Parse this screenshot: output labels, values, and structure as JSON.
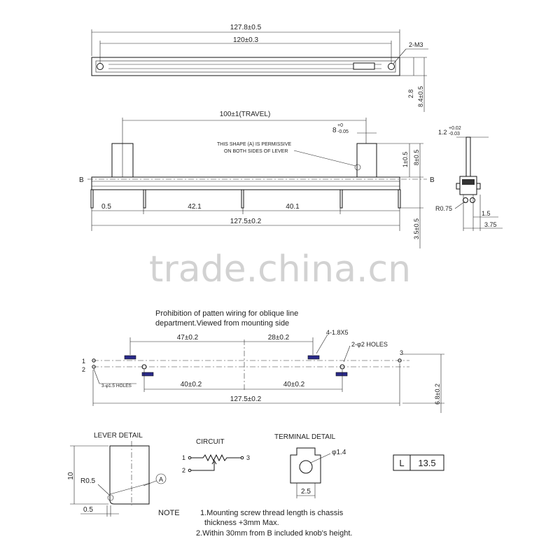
{
  "top_view": {
    "dim_overall": "127.8±0.5",
    "dim_holes": "120±0.3",
    "dim_screw": "2-M3",
    "dim_height_small": "2.8",
    "dim_height_total": "8.4±0.5"
  },
  "side_view": {
    "dim_travel": "100±1(TRAVEL)",
    "dim_lever_width": "8",
    "dim_lever_width_tol_upper": "+0",
    "dim_lever_width_tol_lower": "-0.05",
    "note_shape_line1": "THIS SHAPE (A) IS PERMISSIVE",
    "note_shape_line2": "ON BOTH SIDES OF LEVER",
    "dim_one": "1±0.5",
    "dim_eight": "8±0.5",
    "label_b_left": "B",
    "label_b_right": "B",
    "dim_left_offset": "0.5",
    "dim_left_span": "42.1",
    "dim_right_span": "40.1",
    "dim_bottom_overall": "127.5±0.2",
    "dim_pin_height": "3.5±0.5"
  },
  "end_view": {
    "dim_lever_thickness": "1.2",
    "dim_lever_thickness_tol_upper": "+0.02",
    "dim_lever_thickness_tol_lower": "-0.03",
    "dim_radius": "R0.75",
    "dim_pitch": "1.5",
    "dim_width": "3.75"
  },
  "watermark": "trade.china.cn",
  "pcb": {
    "note_line1": "Prohibition of patten wiring for oblique line",
    "note_line2": "department.Viewed from mounting side",
    "dim_left": "47±0.2",
    "dim_right": "28±0.2",
    "dim_slots": "4-1.8X5",
    "dim_holes2": "2-φ2 HOLES",
    "dim_holes3": "3-φ1.5 HOLES",
    "dim_lower_left": "40±0.2",
    "dim_lower_right": "40±0.2",
    "dim_overall": "127.5±0.2",
    "dim_height": "6.8±0.2",
    "pin_1": "1",
    "pin_2": "2",
    "pin_3": "3"
  },
  "lever_detail": {
    "title": "LEVER DETAIL",
    "dim_height": "10",
    "dim_radius": "R0.5",
    "dim_offset": "0.5",
    "marker": "A"
  },
  "circuit": {
    "title": "CIRCUIT",
    "pin_1": "1",
    "pin_2": "2",
    "pin_3": "3"
  },
  "terminal_detail": {
    "title": "TERMINAL DETAIL",
    "dim_hole": "φ1.4",
    "dim_width": "2.5"
  },
  "length_box": {
    "label": "L",
    "value": "13.5"
  },
  "notes": {
    "heading": "NOTE",
    "line1": "1.Mounting screw thread length is chassis",
    "line1b": "thickness +3mm Max.",
    "line2": "2.Within 30mm from B included knob's height."
  }
}
